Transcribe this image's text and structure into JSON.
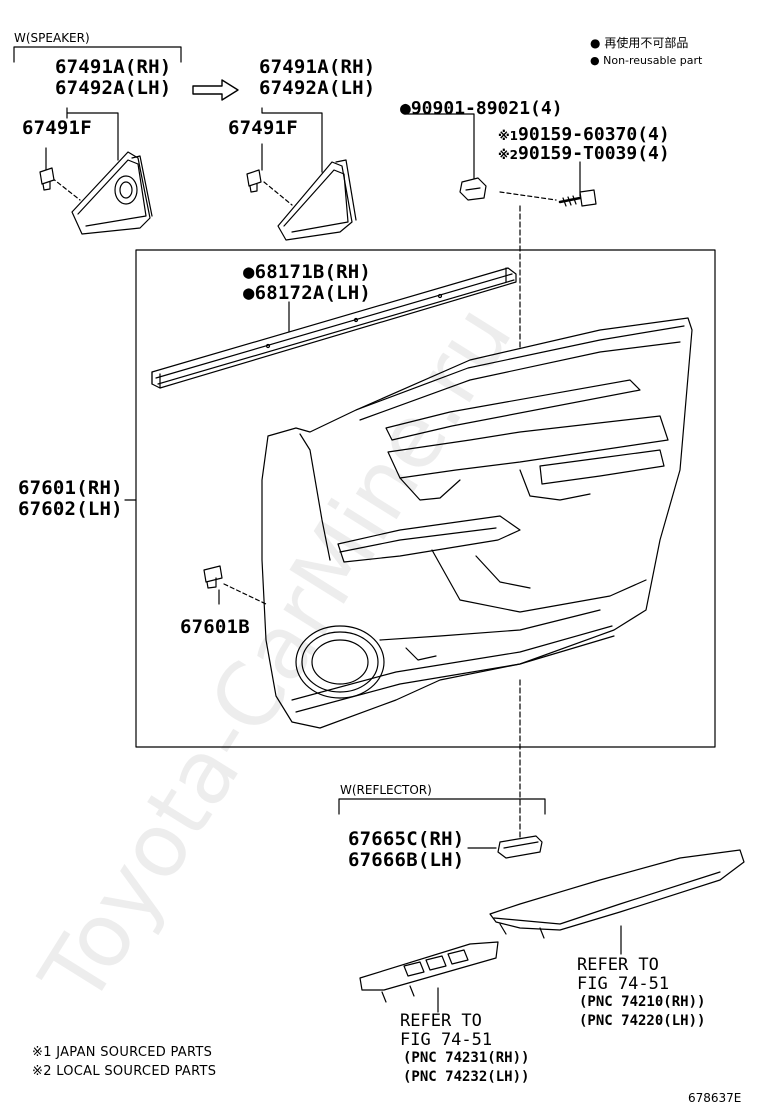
{
  "legend": {
    "non_reusable_jp": "再使用不可部品",
    "non_reusable_en": "Non-reusable part"
  },
  "speaker_group": {
    "condition": "W(SPEAKER)",
    "left_rh": "67491A(RH)",
    "left_lh": "67492A(LH)",
    "right_rh": "67491A(RH)",
    "right_lh": "67492A(LH)",
    "left_clip": "67491F",
    "right_clip": "67491F"
  },
  "screws": {
    "clip_part": "90901-89021(4)",
    "japan_mark": "※1",
    "japan_part": "90159-60370(4)",
    "local_mark": "※2",
    "local_part": "90159-T0039(4)"
  },
  "weatherstrip": {
    "rh": "68171B(RH)",
    "lh": "68172A(LH)"
  },
  "door_panel": {
    "rh": "67601(RH)",
    "lh": "67602(LH)",
    "clip": "67601B"
  },
  "reflector": {
    "condition": "W(REFLECTOR)",
    "rh": "67665C(RH)",
    "lh": "67666B(LH)"
  },
  "armrest_ref": {
    "line1": "REFER TO",
    "line2": "FIG 74-51",
    "pnc_rh": "(PNC 74210(RH))",
    "pnc_lh": "(PNC 74220(LH))"
  },
  "switch_ref": {
    "line1": "REFER TO",
    "line2": "FIG 74-51",
    "pnc_rh": "(PNC 74231(RH))",
    "pnc_lh": "(PNC 74232(LH))"
  },
  "footnotes": {
    "note1": "※1 JAPAN SOURCED PARTS",
    "note2": "※2 LOCAL SOURCED PARTS"
  },
  "figure_id": "678637E",
  "watermark": "Toyota-CarMine.ru"
}
